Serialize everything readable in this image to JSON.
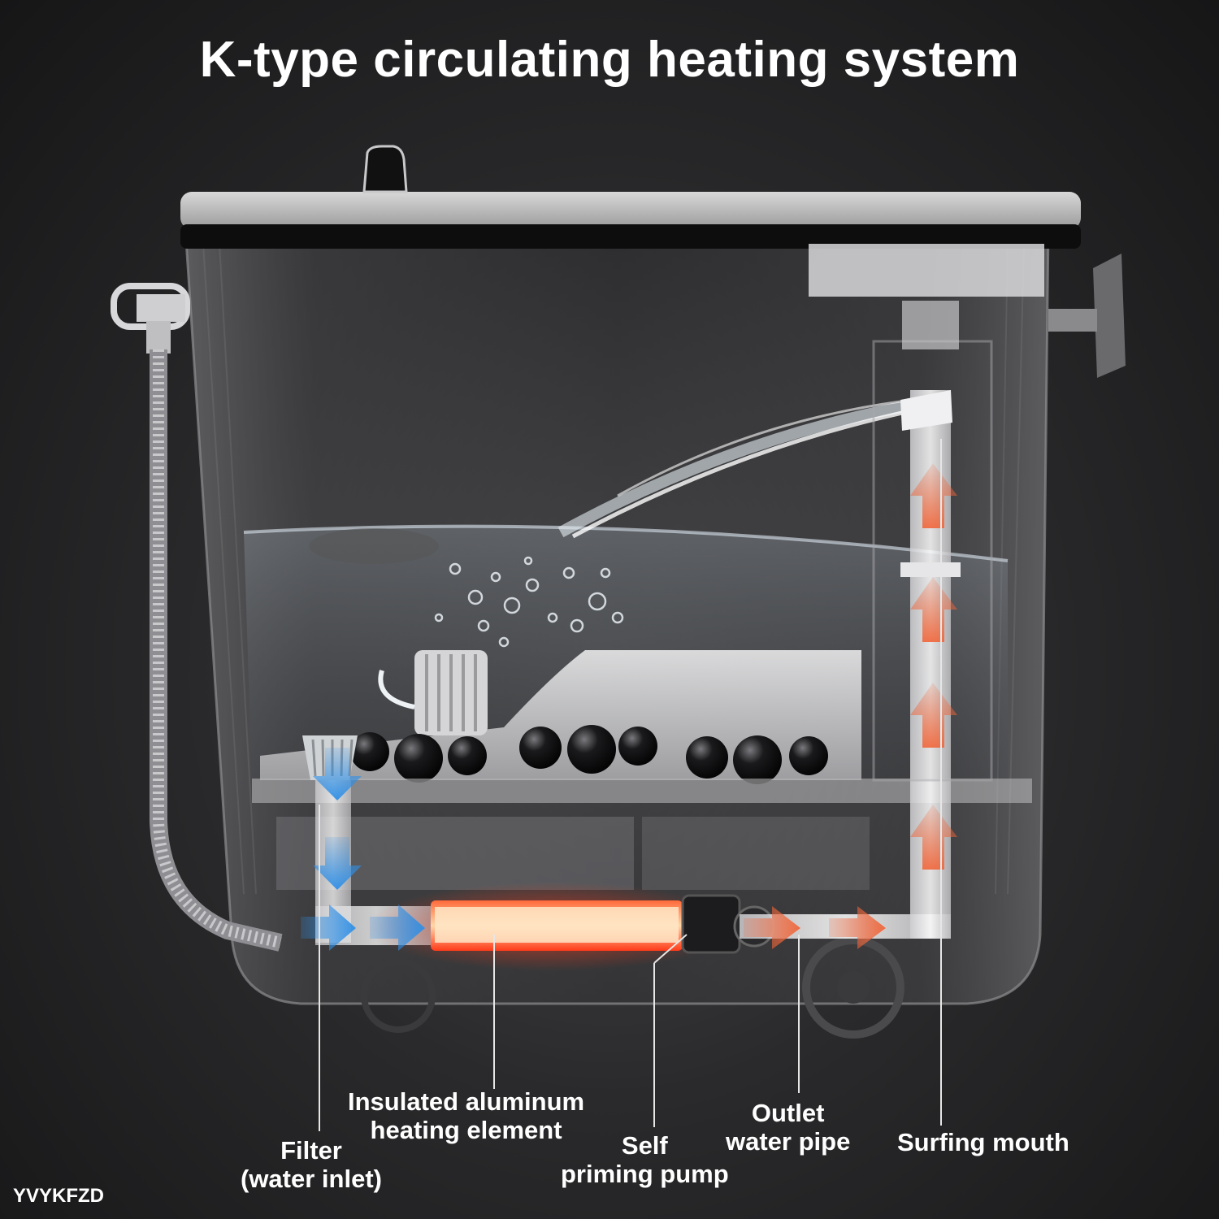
{
  "title": "K-type circulating heating system",
  "labels": {
    "filter": [
      "Filter",
      "(water inlet)"
    ],
    "heating_element": [
      "Insulated aluminum",
      "heating element"
    ],
    "pump": [
      "Self",
      "priming pump"
    ],
    "outlet_pipe": [
      "Outlet",
      "water pipe"
    ],
    "surfing_mouth": [
      "Surfing mouth"
    ]
  },
  "brand": "YVYKFZD",
  "colors": {
    "background": "#1e1e20",
    "cold_flow": "#2f8fe6",
    "hot_flow": "#f0663a",
    "heater_glow": "#ff3b1a"
  }
}
